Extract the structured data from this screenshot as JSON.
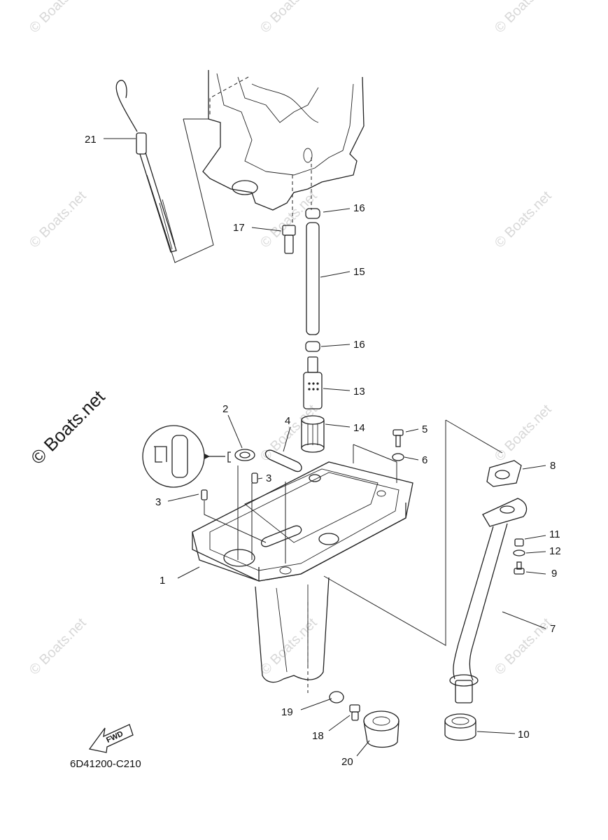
{
  "document_code": "6D41200-C210",
  "watermark_text": "© Boats.net",
  "fwd_label": "FWD",
  "callouts": [
    {
      "id": "1",
      "label": "1"
    },
    {
      "id": "2",
      "label": "2"
    },
    {
      "id": "3a",
      "label": "3"
    },
    {
      "id": "3b",
      "label": "3"
    },
    {
      "id": "4",
      "label": "4"
    },
    {
      "id": "5",
      "label": "5"
    },
    {
      "id": "6",
      "label": "6"
    },
    {
      "id": "7",
      "label": "7"
    },
    {
      "id": "8",
      "label": "8"
    },
    {
      "id": "9",
      "label": "9"
    },
    {
      "id": "10",
      "label": "10"
    },
    {
      "id": "11",
      "label": "11"
    },
    {
      "id": "12",
      "label": "12"
    },
    {
      "id": "13",
      "label": "13"
    },
    {
      "id": "14",
      "label": "14"
    },
    {
      "id": "15",
      "label": "15"
    },
    {
      "id": "16a",
      "label": "16"
    },
    {
      "id": "16b",
      "label": "16"
    },
    {
      "id": "17",
      "label": "17"
    },
    {
      "id": "18",
      "label": "18"
    },
    {
      "id": "19",
      "label": "19"
    },
    {
      "id": "20",
      "label": "20"
    },
    {
      "id": "21",
      "label": "21"
    }
  ]
}
